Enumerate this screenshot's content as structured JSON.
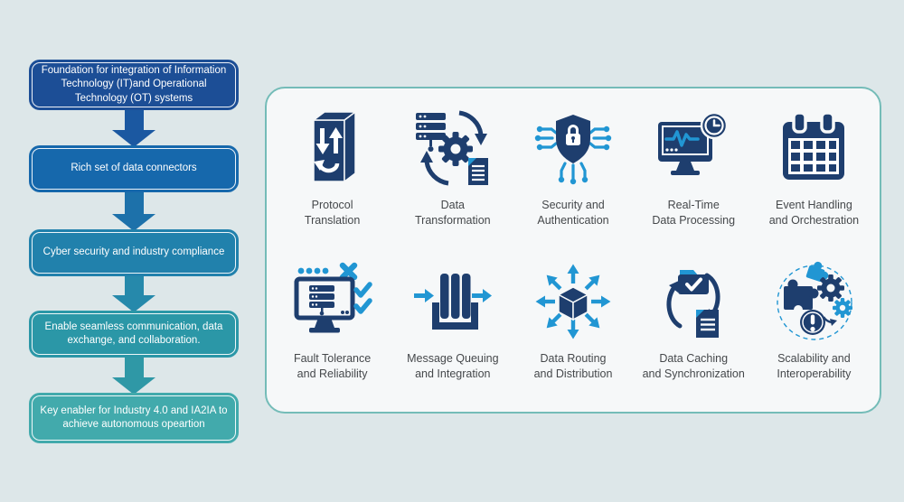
{
  "palette": {
    "background": "#dde7e9",
    "panel_fill": "#f6f8f9",
    "panel_border": "#74bcb8",
    "icon_navy": "#1e3e6e",
    "icon_blue": "#2196d3",
    "label_text": "#45484b",
    "flow_text": "#ffffff",
    "flow_box_colors": [
      "#1c4e96",
      "#1668ac",
      "#2181ac",
      "#2b97a7",
      "#42aaac"
    ],
    "flow_arrow_colors": [
      "#1b58a1",
      "#1d71aa",
      "#2689ab",
      "#2f98a6"
    ]
  },
  "flow": {
    "steps": [
      {
        "text": "Foundation for integration of Information Technology (IT)and Operational Technology (OT) systems"
      },
      {
        "text": "Rich set of data connectors"
      },
      {
        "text": "Cyber security and industry compliance"
      },
      {
        "text": "Enable seamless communication, data exchange, and collaboration."
      },
      {
        "text": "Key enabler for Industry 4.0 and IA2IA to achieve autonomous opeartion"
      }
    ]
  },
  "grid": {
    "items": [
      {
        "line1": "Protocol",
        "line2": "Translation",
        "icon": "protocol-translation-icon"
      },
      {
        "line1": "Data",
        "line2": "Transformation",
        "icon": "data-transformation-icon"
      },
      {
        "line1": "Security and",
        "line2": "Authentication",
        "icon": "security-authentication-icon"
      },
      {
        "line1": "Real-Time",
        "line2": "Data Processing",
        "icon": "realtime-data-processing-icon"
      },
      {
        "line1": "Event Handling",
        "line2": "and Orchestration",
        "icon": "event-handling-icon"
      },
      {
        "line1": "Fault Tolerance",
        "line2": "and Reliability",
        "icon": "fault-tolerance-icon"
      },
      {
        "line1": "Message Queuing",
        "line2": "and Integration",
        "icon": "message-queuing-icon"
      },
      {
        "line1": "Data Routing",
        "line2": "and Distribution",
        "icon": "data-routing-icon"
      },
      {
        "line1": "Data Caching",
        "line2": "and Synchronization",
        "icon": "data-caching-icon"
      },
      {
        "line1": "Scalability and",
        "line2": "Interoperability",
        "icon": "scalability-interoperability-icon"
      }
    ]
  }
}
